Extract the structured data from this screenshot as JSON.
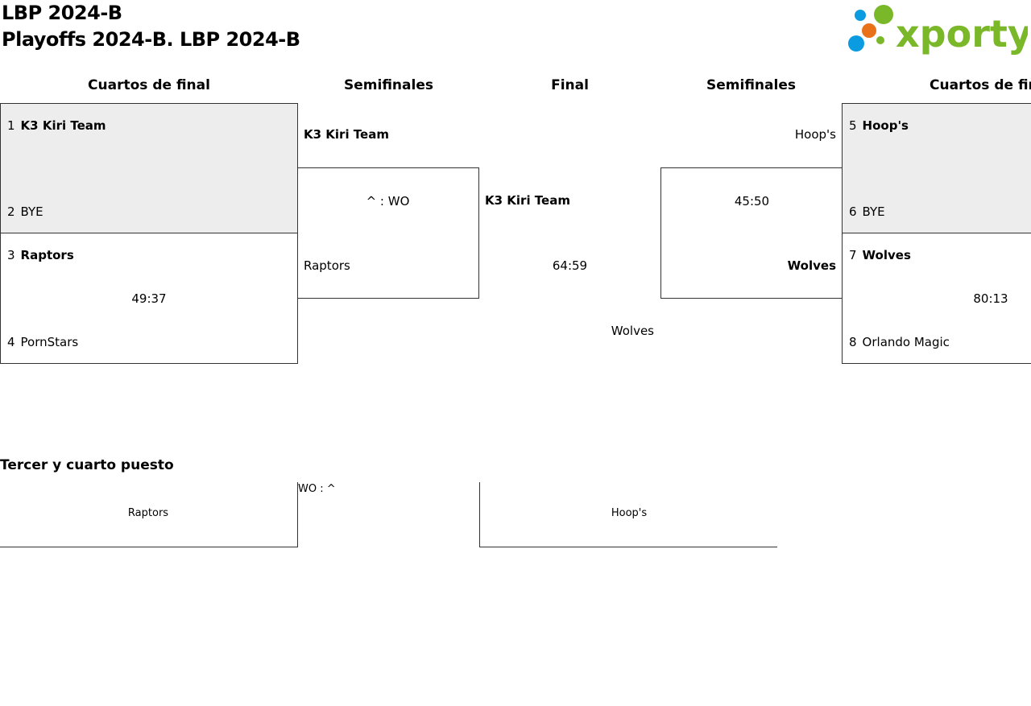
{
  "header": {
    "title": "LBP 2024-B",
    "subtitle": "Playoffs 2024-B. LBP 2024-B",
    "logo_text": "xporty",
    "logo_colors": [
      "#0a9be0",
      "#e8711a",
      "#7ab829"
    ]
  },
  "columns": {
    "qf_left": "Cuartos de final",
    "sf_left": "Semifinales",
    "final": "Final",
    "sf_right": "Semifinales",
    "qf_right": "Cuartos de final"
  },
  "qf_left": [
    {
      "seed_a": "1",
      "team_a": "K3 Kiri Team",
      "seed_b": "2",
      "team_b": "BYE",
      "score": ""
    },
    {
      "seed_a": "3",
      "team_a": "Raptors",
      "seed_b": "4",
      "team_b": "PornStars",
      "score": "49:37"
    }
  ],
  "qf_right": [
    {
      "seed_a": "5",
      "team_a": "Hoop's",
      "seed_b": "6",
      "team_b": "BYE",
      "score": ""
    },
    {
      "seed_a": "7",
      "team_a": "Wolves",
      "seed_b": "8",
      "team_b": "Orlando Magic",
      "score": "80:13"
    }
  ],
  "sf_left": {
    "team_a": "K3 Kiri Team",
    "score": "^ : WO",
    "team_b": "Raptors"
  },
  "sf_right": {
    "team_a": "Hoop's",
    "score": "45:50",
    "team_b": "Wolves"
  },
  "final": {
    "team_a": "K3 Kiri Team",
    "score": "64:59",
    "team_b": "Wolves"
  },
  "third_place": {
    "heading": "Tercer y cuarto puesto",
    "team_a": "Raptors",
    "score": "WO : ^",
    "team_b": "Hoop's"
  }
}
